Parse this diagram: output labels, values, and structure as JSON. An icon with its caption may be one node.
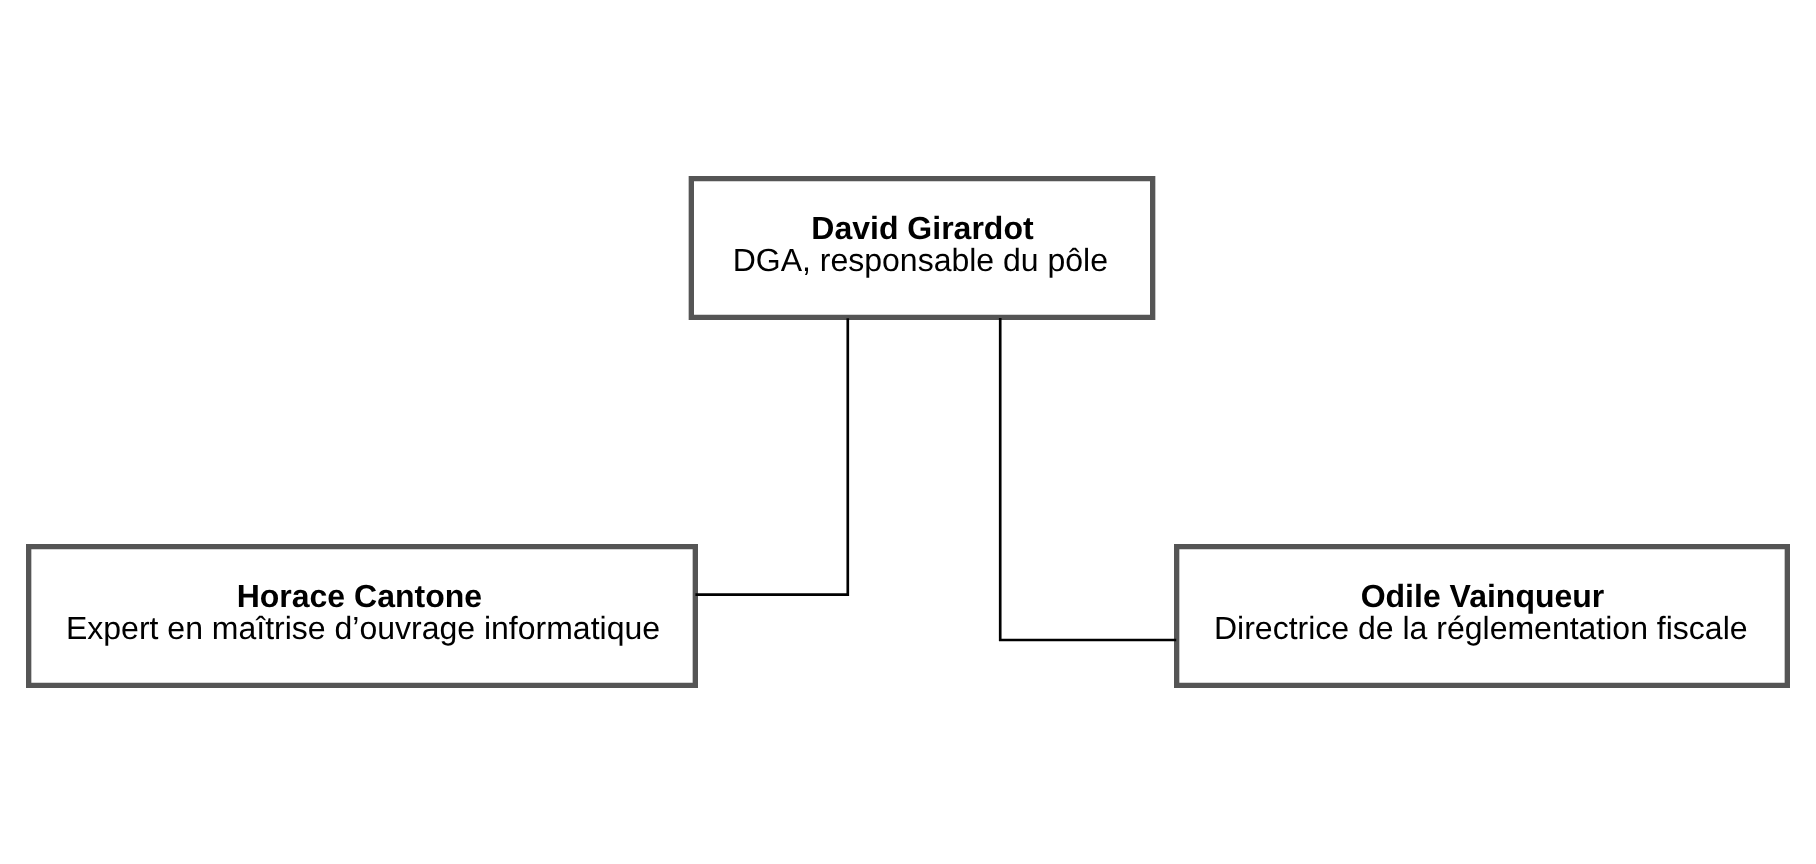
{
  "diagram": {
    "nodes": [
      {
        "text": [
          "David Girardot",
          "DGA, responsable du pôle"
        ]
      },
      {
        "text": [
          "Horace Cantone",
          "Expert en maîtrise d’ouvrage informatique"
        ]
      },
      {
        "text": [
          "Odile Vainqueur",
          "Directrice de la réglementation fiscale"
        ]
      }
    ],
    "edges": [
      {
        "from": 0,
        "to": 1,
        "arrow": "none"
      },
      {
        "from": 0,
        "to": 2,
        "arrow": "none"
      }
    ]
  }
}
